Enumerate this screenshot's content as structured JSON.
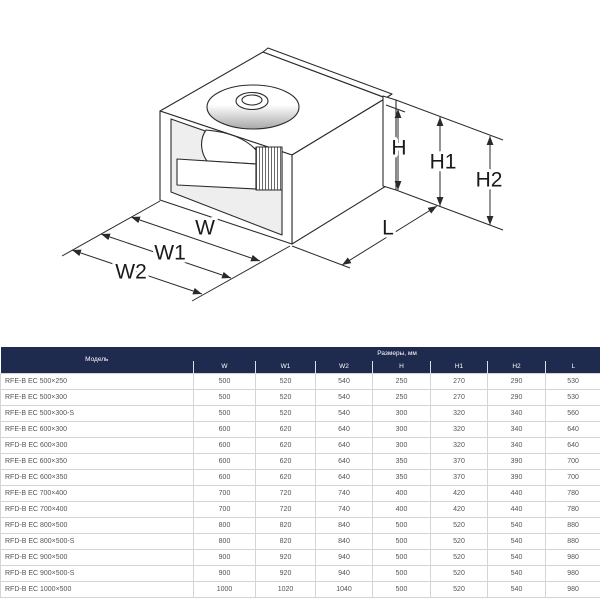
{
  "diagram": {
    "labels": {
      "w": "W",
      "w1": "W1",
      "w2": "W2",
      "h": "H",
      "h1": "H1",
      "h2": "H2",
      "l": "L"
    }
  },
  "table": {
    "model_header": "Модель",
    "dims_header": "Размеры, мм",
    "columns": [
      "W",
      "W1",
      "W2",
      "H",
      "H1",
      "H2",
      "L"
    ],
    "rows": [
      {
        "model": "RFE-B EC 500×250",
        "values": [
          "500",
          "520",
          "540",
          "250",
          "270",
          "290",
          "530"
        ]
      },
      {
        "model": "RFE-B EC 500×300",
        "values": [
          "500",
          "520",
          "540",
          "250",
          "270",
          "290",
          "530"
        ]
      },
      {
        "model": "RFE-B EC 500×300-S",
        "values": [
          "500",
          "520",
          "540",
          "300",
          "320",
          "340",
          "560"
        ]
      },
      {
        "model": "RFE-B EC 600×300",
        "values": [
          "600",
          "620",
          "640",
          "300",
          "320",
          "340",
          "640"
        ]
      },
      {
        "model": "RFD-B EC 600×300",
        "values": [
          "600",
          "620",
          "640",
          "300",
          "320",
          "340",
          "640"
        ]
      },
      {
        "model": "RFE-B EC 600×350",
        "values": [
          "600",
          "620",
          "640",
          "350",
          "370",
          "390",
          "700"
        ]
      },
      {
        "model": "RFD-B EC 600×350",
        "values": [
          "600",
          "620",
          "640",
          "350",
          "370",
          "390",
          "700"
        ]
      },
      {
        "model": "RFE-B EC 700×400",
        "values": [
          "700",
          "720",
          "740",
          "400",
          "420",
          "440",
          "780"
        ]
      },
      {
        "model": "RFD-B EC 700×400",
        "values": [
          "700",
          "720",
          "740",
          "400",
          "420",
          "440",
          "780"
        ]
      },
      {
        "model": "RFD-B EC 800×500",
        "values": [
          "800",
          "820",
          "840",
          "500",
          "520",
          "540",
          "880"
        ]
      },
      {
        "model": "RFD-B EC 800×500-S",
        "values": [
          "800",
          "820",
          "840",
          "500",
          "520",
          "540",
          "880"
        ]
      },
      {
        "model": "RFD-B EC 900×500",
        "values": [
          "900",
          "920",
          "940",
          "500",
          "520",
          "540",
          "980"
        ]
      },
      {
        "model": "RFD-B EC 900×500-S",
        "values": [
          "900",
          "920",
          "940",
          "500",
          "520",
          "540",
          "980"
        ]
      },
      {
        "model": "RFD-B EC 1000×500",
        "values": [
          "1000",
          "1020",
          "1040",
          "500",
          "520",
          "540",
          "980"
        ]
      }
    ]
  },
  "colors": {
    "header_bg": "#1e2a4e",
    "header_text": "#ffffff",
    "cell_text": "#555555",
    "grid": "#d4d4d4"
  }
}
